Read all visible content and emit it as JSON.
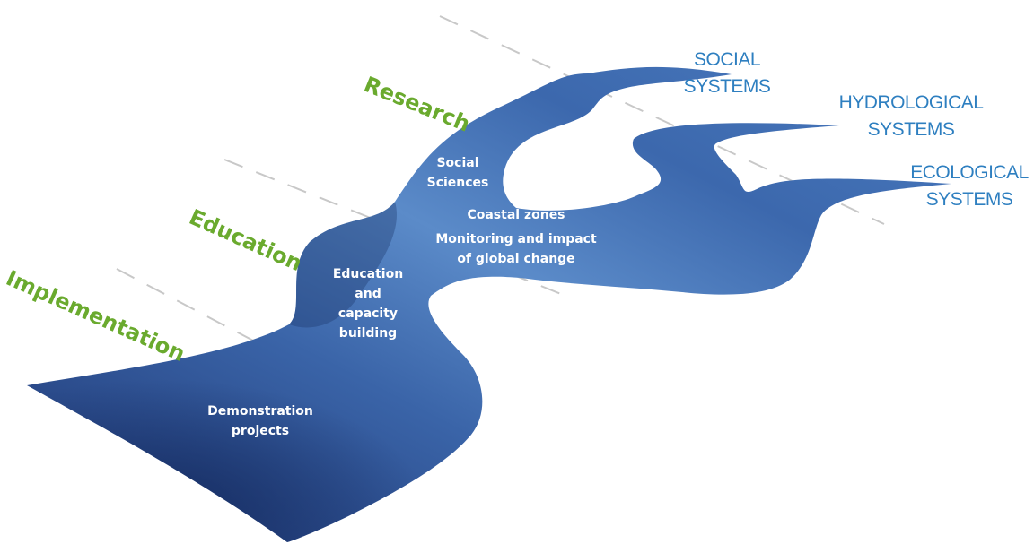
{
  "phases": {
    "research": "Research",
    "education": "Education",
    "implementation": "Implementation"
  },
  "systems": {
    "social": [
      "SOCIAL",
      "SYSTEMS"
    ],
    "hydrological": [
      "HYDROLOGICAL",
      "SYSTEMS"
    ],
    "ecological": [
      "ECOLOGICAL",
      "SYSTEMS"
    ]
  },
  "river_labels": {
    "social_sciences": [
      "Social",
      "Sciences"
    ],
    "coastal_zones": "Coastal zones",
    "monitoring": [
      "Monitoring and impact",
      "of global change"
    ],
    "education_capacity": [
      "Education",
      "and",
      "capacity",
      "building"
    ],
    "demonstration": [
      "Demonstration",
      "projects"
    ]
  },
  "colors": {
    "phase_green": "#6aaa2e",
    "system_blue": "#2e7fc0",
    "river_dark": "#1f3d78",
    "river_light": "#5c8cc8",
    "dash_gray": "#c8c8c8"
  }
}
